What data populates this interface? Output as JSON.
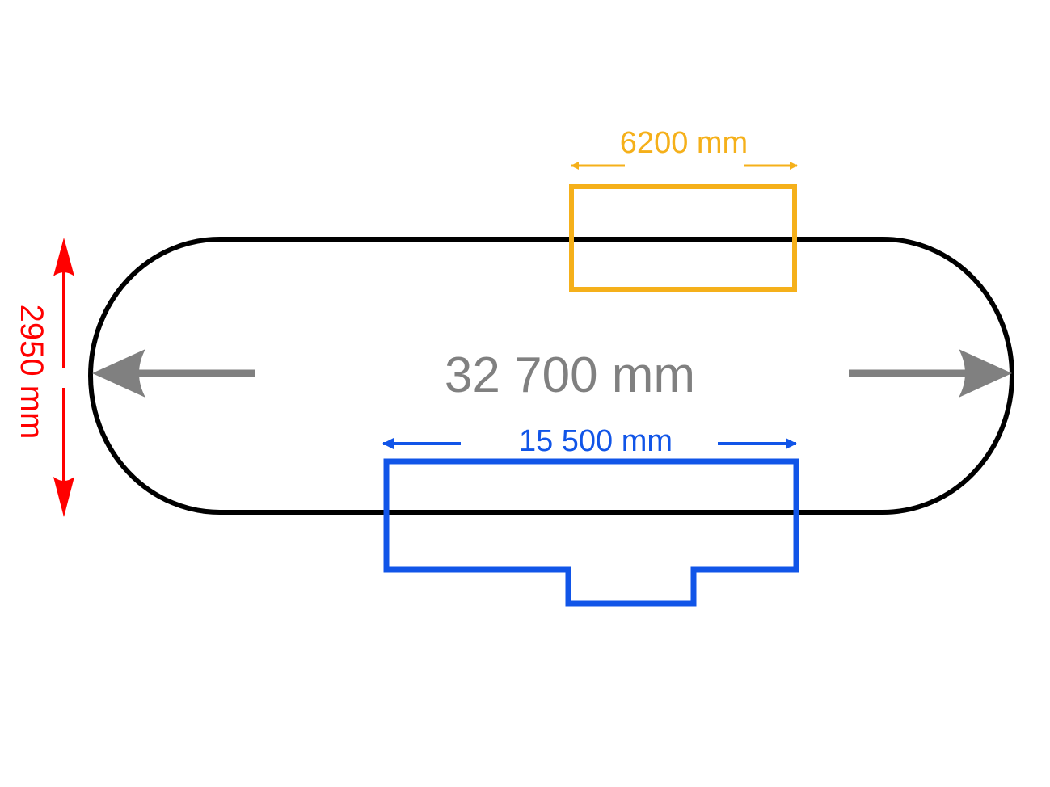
{
  "colors": {
    "background": "#ffffff",
    "track_outline": "#000000",
    "overall_length_dim": "#808080",
    "width_dim": "#ff0000",
    "orange_box": "#f5b01a",
    "blue_box": "#1155e8"
  },
  "dimensions": {
    "overall_length": "32 700 mm",
    "width": "2950 mm",
    "orange_box_length": "6200 mm",
    "blue_box_length": "15 500 mm"
  }
}
